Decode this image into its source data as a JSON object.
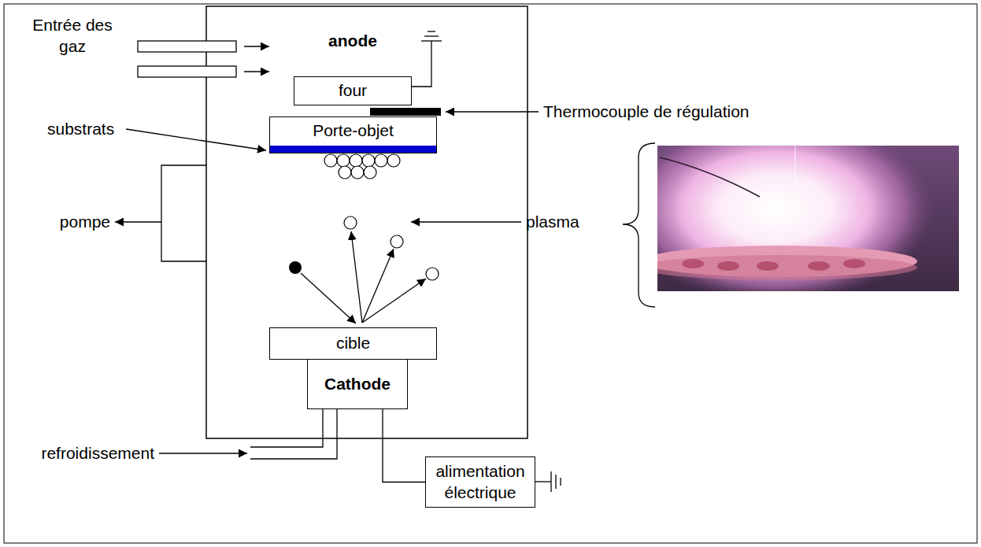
{
  "diagram": {
    "nodes": [
      {
        "text": [
          "four"
        ]
      },
      {
        "text": [
          "Porte-objet"
        ]
      },
      {
        "text": [
          "cible"
        ]
      },
      {
        "text": [
          "Cathode"
        ]
      },
      {
        "text": [
          "alimentation électrique"
        ]
      }
    ],
    "edges": [
      {
        "from": 3,
        "to": 4,
        "arrow": "none"
      }
    ],
    "labels": [
      "Entrée des gaz",
      "anode",
      "substrats",
      "Thermocouple de régulation",
      "pompe",
      "plasma",
      "refroidissement"
    ]
  }
}
